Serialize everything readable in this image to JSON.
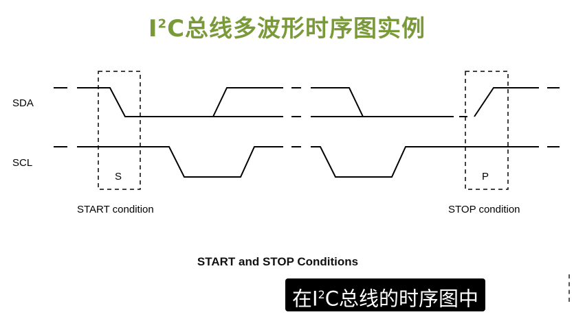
{
  "title": {
    "prefix": "I",
    "sup": "2",
    "rest": "C总线多波形时序图实例"
  },
  "diagram": {
    "signals": [
      {
        "id": "sda",
        "label": "SDA"
      },
      {
        "id": "scl",
        "label": "SCL"
      }
    ],
    "markers": [
      {
        "id": "start",
        "letter": "S",
        "condition": "START condition"
      },
      {
        "id": "stop",
        "letter": "P",
        "condition": "STOP condition"
      }
    ],
    "caption": "START and STOP Conditions"
  },
  "subtitle": {
    "prefix": "在I",
    "sup": "2",
    "rest": "C总线的时序图中"
  },
  "colors": {
    "title": "#7a9a3a",
    "line": "#000000",
    "subtitle_bg": "#000000",
    "subtitle_text": "#ffffff"
  }
}
